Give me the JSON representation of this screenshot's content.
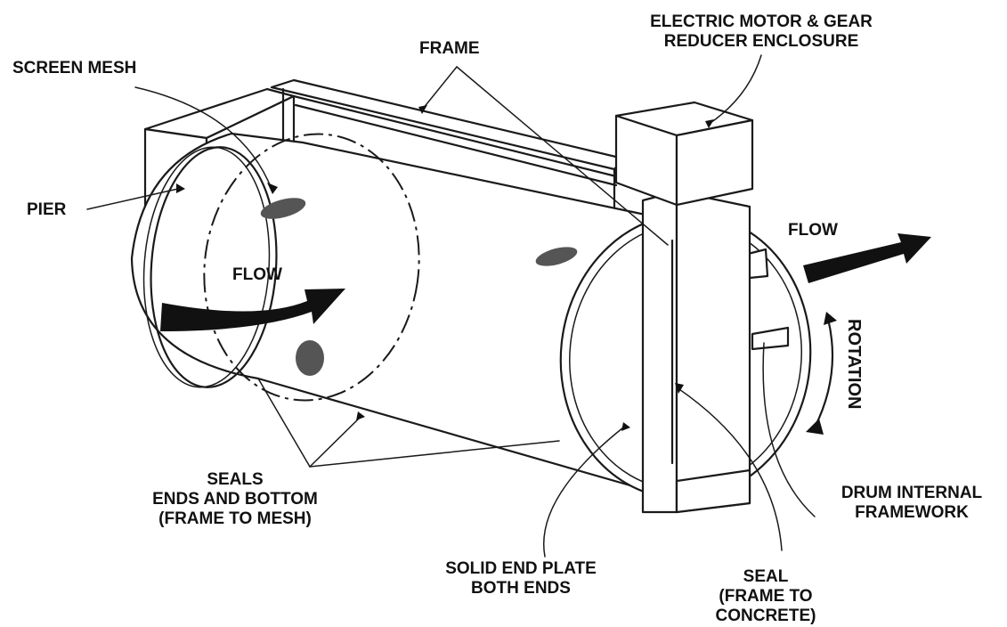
{
  "labels": {
    "screen_mesh": "SCREEN MESH",
    "frame": "FRAME",
    "motor_line1": "ELECTRIC MOTOR & GEAR",
    "motor_line2": "REDUCER ENCLOSURE",
    "pier": "PIER",
    "flow_in": "FLOW",
    "flow_out": "FLOW",
    "rotation": "ROTATION",
    "seals_line1": "SEALS",
    "seals_line2": "ENDS AND BOTTOM",
    "seals_line3": "(FRAME TO MESH)",
    "end_plate_line1": "SOLID END PLATE",
    "end_plate_line2": "BOTH ENDS",
    "drum_line1": "DRUM INTERNAL",
    "drum_line2": "FRAMEWORK",
    "seal_line1": "SEAL",
    "seal_line2": "(FRAME TO",
    "seal_line3": "CONCRETE)"
  },
  "colors": {
    "ink": "#111111",
    "background": "#ffffff"
  }
}
